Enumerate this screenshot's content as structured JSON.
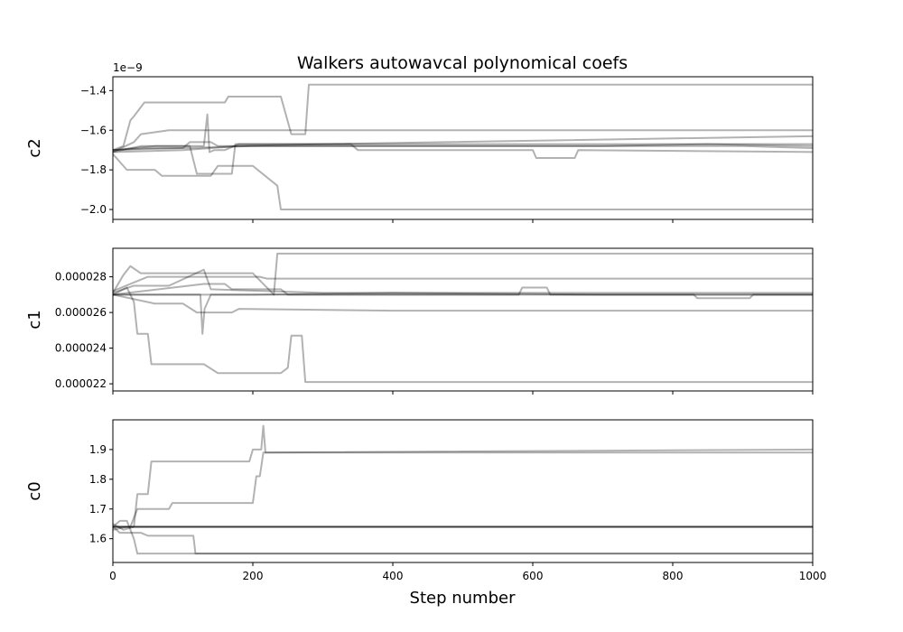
{
  "chart_data": {
    "type": "line",
    "title": "Walkers autowavcal polynomical coefs",
    "xlabel": "Step number",
    "xlim": [
      0,
      1000
    ],
    "xticks": [
      0,
      200,
      400,
      600,
      800,
      1000
    ],
    "xtick_labels": [
      "0",
      "200",
      "400",
      "600",
      "800",
      "1000"
    ],
    "line_color": "#000000",
    "line_opacity": 0.3,
    "panels": [
      {
        "ylabel": "c2",
        "offset_text": "1e−9",
        "ylim": [
          -2.05,
          -1.33
        ],
        "yticks": [
          -1.4,
          -1.6,
          -1.8,
          -2.0
        ],
        "ytick_labels": [
          "−1.4",
          "−1.6",
          "−1.8",
          "−2.0"
        ],
        "series": [
          {
            "points": [
              [
                0,
                -1.7
              ],
              [
                15,
                -1.68
              ],
              [
                25,
                -1.55
              ],
              [
                30,
                -1.53
              ],
              [
                45,
                -1.46
              ],
              [
                160,
                -1.46
              ],
              [
                165,
                -1.43
              ],
              [
                240,
                -1.43
              ],
              [
                255,
                -1.62
              ],
              [
                275,
                -1.62
              ],
              [
                280,
                -1.37
              ],
              [
                1000,
                -1.37
              ]
            ]
          },
          {
            "points": [
              [
                0,
                -1.71
              ],
              [
                30,
                -1.66
              ],
              [
                40,
                -1.62
              ],
              [
                80,
                -1.6
              ],
              [
                1000,
                -1.6
              ]
            ]
          },
          {
            "points": [
              [
                0,
                -1.72
              ],
              [
                20,
                -1.8
              ],
              [
                60,
                -1.8
              ],
              [
                70,
                -1.83
              ],
              [
                140,
                -1.83
              ],
              [
                150,
                -1.78
              ],
              [
                200,
                -1.78
              ],
              [
                235,
                -1.88
              ],
              [
                240,
                -2.0
              ],
              [
                1000,
                -2.0
              ]
            ]
          },
          {
            "points": [
              [
                0,
                -1.71
              ],
              [
                40,
                -1.68
              ],
              [
                110,
                -1.68
              ],
              [
                120,
                -1.82
              ],
              [
                170,
                -1.82
              ],
              [
                175,
                -1.67
              ],
              [
                340,
                -1.67
              ],
              [
                350,
                -1.7
              ],
              [
                600,
                -1.7
              ],
              [
                605,
                -1.74
              ],
              [
                660,
                -1.74
              ],
              [
                665,
                -1.7
              ],
              [
                1000,
                -1.71
              ]
            ]
          },
          {
            "points": [
              [
                0,
                -1.7
              ],
              [
                50,
                -1.69
              ],
              [
                100,
                -1.69
              ],
              [
                110,
                -1.66
              ],
              [
                140,
                -1.66
              ],
              [
                150,
                -1.68
              ],
              [
                500,
                -1.68
              ],
              [
                800,
                -1.68
              ],
              [
                900,
                -1.68
              ],
              [
                1000,
                -1.69
              ]
            ]
          },
          {
            "points": [
              [
                0,
                -1.7
              ],
              [
                60,
                -1.68
              ],
              [
                130,
                -1.68
              ],
              [
                135,
                -1.52
              ],
              [
                138,
                -1.71
              ],
              [
                145,
                -1.7
              ],
              [
                160,
                -1.7
              ],
              [
                180,
                -1.67
              ],
              [
                1000,
                -1.67
              ]
            ]
          },
          {
            "points": [
              [
                0,
                -1.71
              ],
              [
                100,
                -1.7
              ],
              [
                180,
                -1.68
              ],
              [
                300,
                -1.67
              ],
              [
                1000,
                -1.63
              ]
            ]
          },
          {
            "points": [
              [
                0,
                -1.7
              ],
              [
                100,
                -1.69
              ],
              [
                200,
                -1.68
              ],
              [
                400,
                -1.68
              ],
              [
                700,
                -1.68
              ],
              [
                850,
                -1.67
              ],
              [
                1000,
                -1.68
              ]
            ]
          }
        ]
      },
      {
        "ylabel": "c1",
        "offset_text": "",
        "ylim": [
          2.16e-05,
          2.96e-05
        ],
        "yticks": [
          2.8e-05,
          2.6e-05,
          2.4e-05,
          2.2e-05
        ],
        "ytick_labels": [
          "0.000028",
          "0.000026",
          "0.000024",
          "0.000022"
        ],
        "series": [
          {
            "points": [
              [
                0,
                2.7e-05
              ],
              [
                20,
                2.74e-05
              ],
              [
                30,
                2.66e-05
              ],
              [
                35,
                2.48e-05
              ],
              [
                50,
                2.48e-05
              ],
              [
                55,
                2.31e-05
              ],
              [
                130,
                2.31e-05
              ],
              [
                150,
                2.26e-05
              ],
              [
                240,
                2.26e-05
              ],
              [
                250,
                2.29e-05
              ],
              [
                255,
                2.47e-05
              ],
              [
                270,
                2.47e-05
              ],
              [
                275,
                2.21e-05
              ],
              [
                1000,
                2.21e-05
              ]
            ]
          },
          {
            "points": [
              [
                0,
                2.71e-05
              ],
              [
                15,
                2.81e-05
              ],
              [
                25,
                2.86e-05
              ],
              [
                40,
                2.82e-05
              ],
              [
                200,
                2.82e-05
              ],
              [
                230,
                2.7e-05
              ],
              [
                235,
                2.93e-05
              ],
              [
                1000,
                2.93e-05
              ]
            ]
          },
          {
            "points": [
              [
                0,
                2.72e-05
              ],
              [
                50,
                2.8e-05
              ],
              [
                210,
                2.8e-05
              ],
              [
                220,
                2.79e-05
              ],
              [
                1000,
                2.79e-05
              ]
            ]
          },
          {
            "points": [
              [
                0,
                2.7e-05
              ],
              [
                60,
                2.65e-05
              ],
              [
                100,
                2.65e-05
              ],
              [
                120,
                2.6e-05
              ],
              [
                170,
                2.6e-05
              ],
              [
                180,
                2.62e-05
              ],
              [
                400,
                2.61e-05
              ],
              [
                1000,
                2.61e-05
              ]
            ]
          },
          {
            "points": [
              [
                0,
                2.7e-05
              ],
              [
                130,
                2.76e-05
              ],
              [
                160,
                2.76e-05
              ],
              [
                170,
                2.73e-05
              ],
              [
                240,
                2.73e-05
              ],
              [
                250,
                2.7e-05
              ],
              [
                580,
                2.7e-05
              ],
              [
                585,
                2.74e-05
              ],
              [
                620,
                2.74e-05
              ],
              [
                625,
                2.7e-05
              ],
              [
                830,
                2.7e-05
              ],
              [
                835,
                2.68e-05
              ],
              [
                910,
                2.68e-05
              ],
              [
                915,
                2.7e-05
              ],
              [
                1000,
                2.7e-05
              ]
            ]
          },
          {
            "points": [
              [
                0,
                2.7e-05
              ],
              [
                125,
                2.7e-05
              ],
              [
                128,
                2.48e-05
              ],
              [
                131,
                2.62e-05
              ],
              [
                140,
                2.7e-05
              ],
              [
                1000,
                2.7e-05
              ]
            ]
          },
          {
            "points": [
              [
                0,
                2.71e-05
              ],
              [
                30,
                2.75e-05
              ],
              [
                80,
                2.75e-05
              ],
              [
                130,
                2.84e-05
              ],
              [
                140,
                2.73e-05
              ],
              [
                300,
                2.71e-05
              ],
              [
                1000,
                2.71e-05
              ]
            ]
          },
          {
            "points": [
              [
                0,
                2.7e-05
              ],
              [
                200,
                2.7e-05
              ],
              [
                400,
                2.71e-05
              ],
              [
                700,
                2.7e-05
              ],
              [
                1000,
                2.7e-05
              ]
            ]
          }
        ]
      },
      {
        "ylabel": "c0",
        "offset_text": "",
        "ylim": [
          1.52,
          2.0
        ],
        "yticks": [
          1.6,
          1.7,
          1.8,
          1.9
        ],
        "ytick_labels": [
          "1.6",
          "1.7",
          "1.8",
          "1.9"
        ],
        "series": [
          {
            "points": [
              [
                0,
                1.64
              ],
              [
                30,
                1.64
              ],
              [
                35,
                1.75
              ],
              [
                50,
                1.75
              ],
              [
                55,
                1.86
              ],
              [
                195,
                1.86
              ],
              [
                200,
                1.9
              ],
              [
                212,
                1.9
              ],
              [
                215,
                1.98
              ],
              [
                218,
                1.89
              ],
              [
                1000,
                1.89
              ]
            ]
          },
          {
            "points": [
              [
                0,
                1.64
              ],
              [
                25,
                1.64
              ],
              [
                35,
                1.7
              ],
              [
                80,
                1.7
              ],
              [
                85,
                1.72
              ],
              [
                200,
                1.72
              ],
              [
                205,
                1.81
              ],
              [
                210,
                1.81
              ],
              [
                215,
                1.89
              ],
              [
                1000,
                1.9
              ]
            ]
          },
          {
            "points": [
              [
                0,
                1.64
              ],
              [
                10,
                1.62
              ],
              [
                40,
                1.62
              ],
              [
                50,
                1.61
              ],
              [
                115,
                1.61
              ],
              [
                118,
                1.55
              ],
              [
                1000,
                1.55
              ]
            ]
          },
          {
            "points": [
              [
                0,
                1.64
              ],
              [
                10,
                1.66
              ],
              [
                20,
                1.66
              ],
              [
                30,
                1.6
              ],
              [
                35,
                1.55
              ],
              [
                1000,
                1.55
              ]
            ]
          },
          {
            "points": [
              [
                0,
                1.64
              ],
              [
                1000,
                1.64
              ]
            ]
          },
          {
            "points": [
              [
                0,
                1.65
              ],
              [
                15,
                1.63
              ],
              [
                30,
                1.64
              ],
              [
                1000,
                1.64
              ]
            ]
          },
          {
            "points": [
              [
                0,
                1.63
              ],
              [
                20,
                1.64
              ],
              [
                1000,
                1.64
              ]
            ]
          },
          {
            "points": [
              [
                0,
                1.64
              ],
              [
                500,
                1.64
              ],
              [
                1000,
                1.64
              ]
            ]
          }
        ]
      }
    ]
  }
}
